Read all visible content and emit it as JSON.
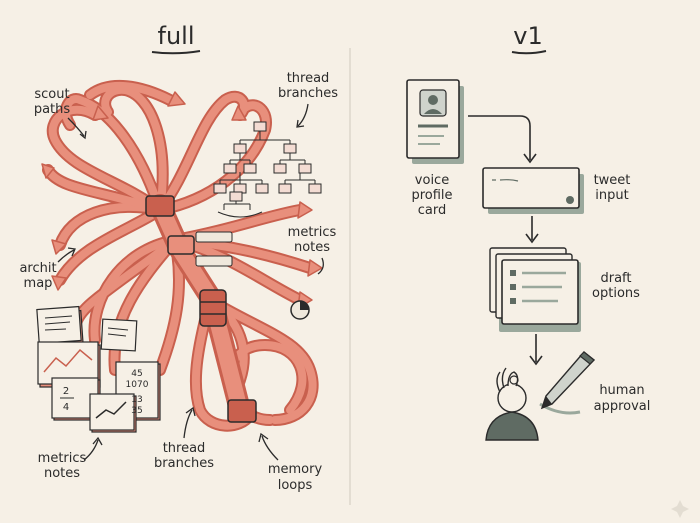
{
  "panels": {
    "left_title": "full",
    "right_title": "v1"
  },
  "full_labels": {
    "scout": [
      "scout",
      "paths"
    ],
    "thread_top": [
      "thread",
      "branches"
    ],
    "metrics_right": [
      "metrics",
      "notes"
    ],
    "archit": [
      "archit",
      "map"
    ],
    "metrics_bottom": [
      "metrics",
      "notes"
    ],
    "thread_bottom": [
      "thread",
      "branches"
    ],
    "memory": [
      "memory",
      "loops"
    ]
  },
  "note_numbers": {
    "fraction_top": "2",
    "fraction_bottom": "4",
    "n1": "45",
    "n2": "1070",
    "n3": "13",
    "n4": "35"
  },
  "v1_labels": {
    "voice": [
      "voice",
      "profile",
      "card"
    ],
    "tweet": [
      "tweet",
      "input"
    ],
    "draft": [
      "draft",
      "options"
    ],
    "human": [
      "human",
      "approval"
    ]
  },
  "colors": {
    "background": "#f6f0e6",
    "ink": "#2b2b2b",
    "coral": "#e88f7c",
    "coral_dark": "#c9604e",
    "gray_card": "#cfd3cc",
    "gray_dark": "#5f6b63",
    "shadow": "#9aa89c"
  }
}
